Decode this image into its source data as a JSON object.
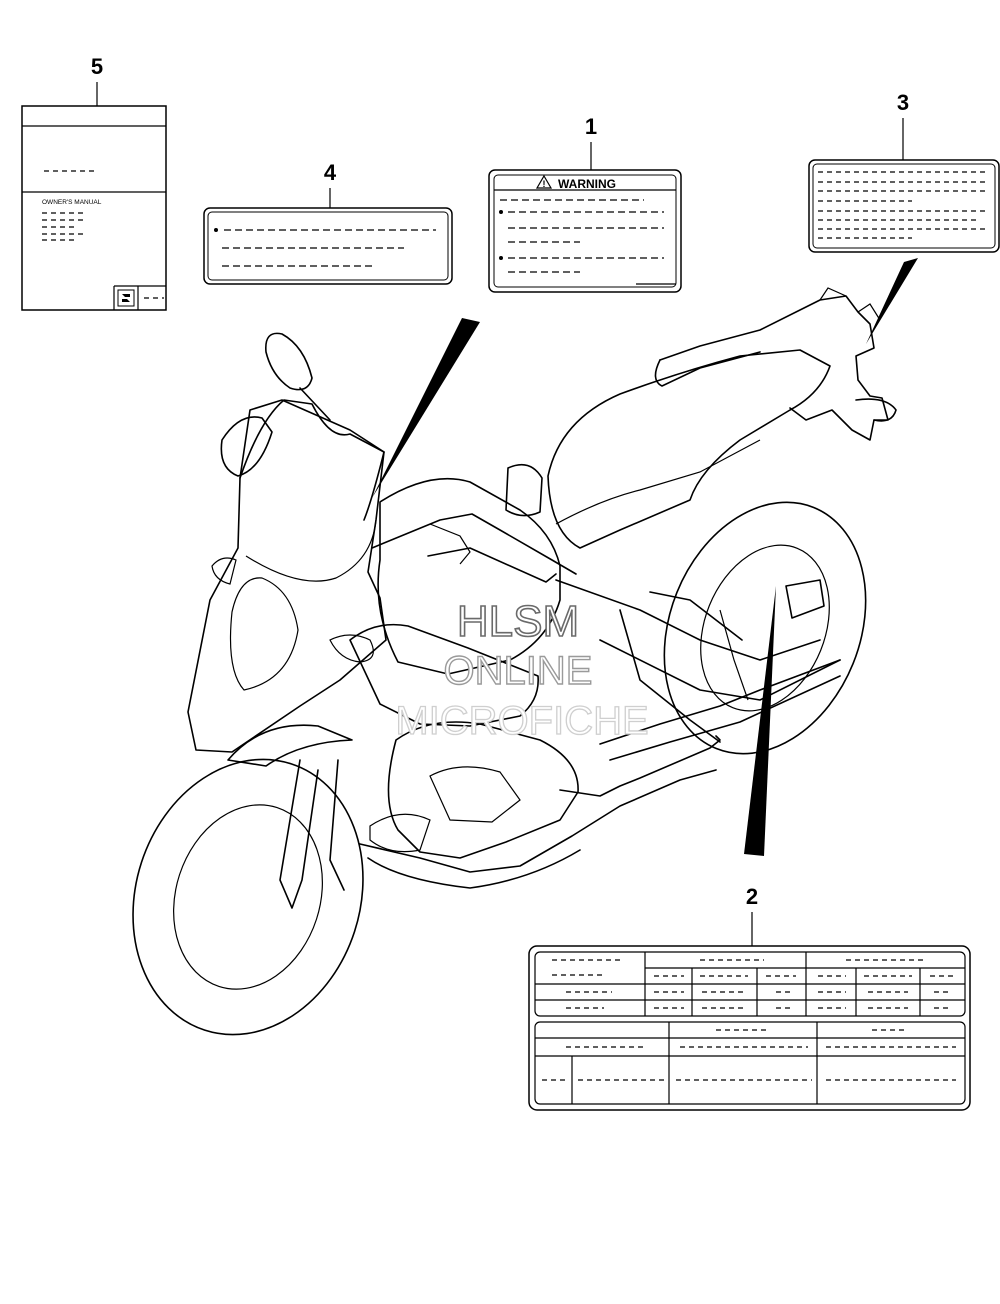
{
  "callouts": {
    "c1": "1",
    "c2": "2",
    "c3": "3",
    "c4": "4",
    "c5": "5"
  },
  "labels": {
    "warning_label": "WARNING",
    "manual_label": "OWNER'S MANUAL",
    "warning_symbol": "!"
  },
  "watermark": {
    "line1": "HLSM",
    "line2": "ONLINE",
    "line3": "MICROFICHE"
  },
  "icons": {
    "brand_logo": "suzuki-s-logo-icon",
    "warning": "warning-triangle-icon"
  }
}
